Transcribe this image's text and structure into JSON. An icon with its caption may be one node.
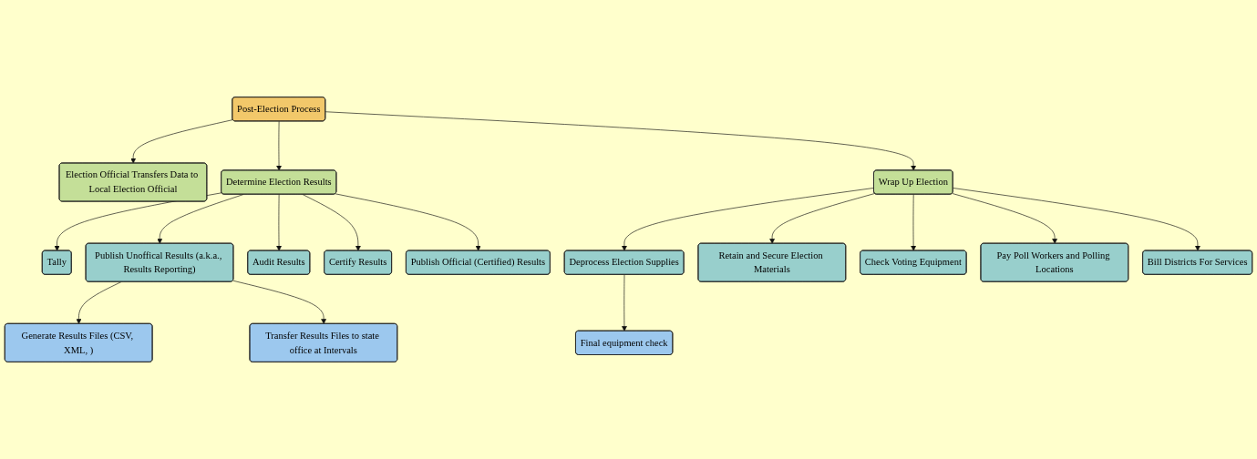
{
  "diagram": {
    "nodes": [
      {
        "text": [
          "Post-Election Process"
        ]
      },
      {
        "text": [
          "Election Official Transfers Data to Local Election Official"
        ]
      },
      {
        "text": [
          "Determine Election Results"
        ]
      },
      {
        "text": [
          "Wrap Up Election"
        ]
      },
      {
        "text": [
          "Tally"
        ]
      },
      {
        "text": [
          "Publish Unoffical Results (a.k.a., Results Reporting)"
        ]
      },
      {
        "text": [
          "Audit Results"
        ]
      },
      {
        "text": [
          "Certify Results"
        ]
      },
      {
        "text": [
          "Publish Official (Certified) Results"
        ]
      },
      {
        "text": [
          "Deprocess Election Supplies"
        ]
      },
      {
        "text": [
          "Retain and Secure Election Materials"
        ]
      },
      {
        "text": [
          "Check Voting Equipment"
        ]
      },
      {
        "text": [
          "Pay Poll Workers and Polling Locations"
        ]
      },
      {
        "text": [
          "Bill Districts For Services"
        ]
      },
      {
        "text": [
          "Generate Results Files (CSV, XML, )"
        ]
      },
      {
        "text": [
          "Transfer Results Files to state office at Intervals"
        ]
      },
      {
        "text": [
          "Final equipment check"
        ]
      }
    ],
    "edges": [
      {
        "from": 0,
        "to": 1,
        "arrow": "to"
      },
      {
        "from": 0,
        "to": 2,
        "arrow": "to"
      },
      {
        "from": 0,
        "to": 3,
        "arrow": "to"
      },
      {
        "from": 2,
        "to": 4,
        "arrow": "to"
      },
      {
        "from": 2,
        "to": 5,
        "arrow": "to"
      },
      {
        "from": 2,
        "to": 6,
        "arrow": "to"
      },
      {
        "from": 2,
        "to": 7,
        "arrow": "to"
      },
      {
        "from": 2,
        "to": 8,
        "arrow": "to"
      },
      {
        "from": 3,
        "to": 9,
        "arrow": "to"
      },
      {
        "from": 3,
        "to": 10,
        "arrow": "to"
      },
      {
        "from": 3,
        "to": 11,
        "arrow": "to"
      },
      {
        "from": 3,
        "to": 12,
        "arrow": "to"
      },
      {
        "from": 3,
        "to": 13,
        "arrow": "to"
      },
      {
        "from": 5,
        "to": 14,
        "arrow": "to"
      },
      {
        "from": 5,
        "to": 15,
        "arrow": "to"
      },
      {
        "from": 9,
        "to": 16,
        "arrow": "to"
      }
    ]
  }
}
